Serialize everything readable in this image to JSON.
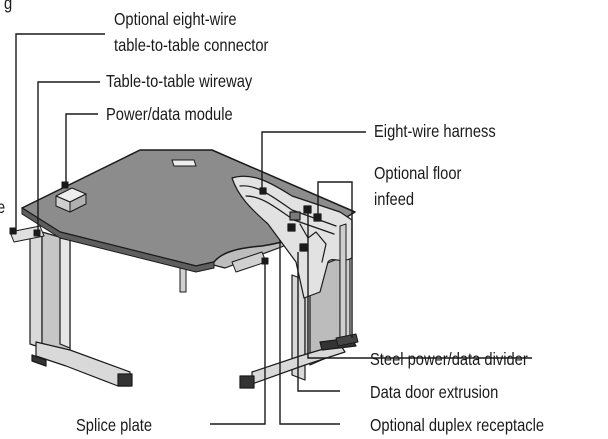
{
  "callouts": {
    "top_fragment": "g",
    "left_fragment": "e",
    "table_connector_line1": "Optional eight-wire",
    "table_connector_line2": "table-to-table connector",
    "table_wireway": "Table-to-table wireway",
    "power_data_module": "Power/data module",
    "eight_wire_harness": "Eight-wire harness",
    "floor_infeed_line1": "Optional floor",
    "floor_infeed_line2": "infeed",
    "steel_divider": "Steel power/data divider",
    "data_door_extrusion": "Data door extrusion",
    "splice_plate": "Splice plate",
    "duplex_receptacle": "Optional duplex receptacle"
  },
  "colors": {
    "worksurface": "#8c8c8c",
    "leg_frame": "#d9d9d9",
    "modesty_panel": "#c8c8c8",
    "outline": "#1a1a1a",
    "leader": "#1a1a1a"
  }
}
